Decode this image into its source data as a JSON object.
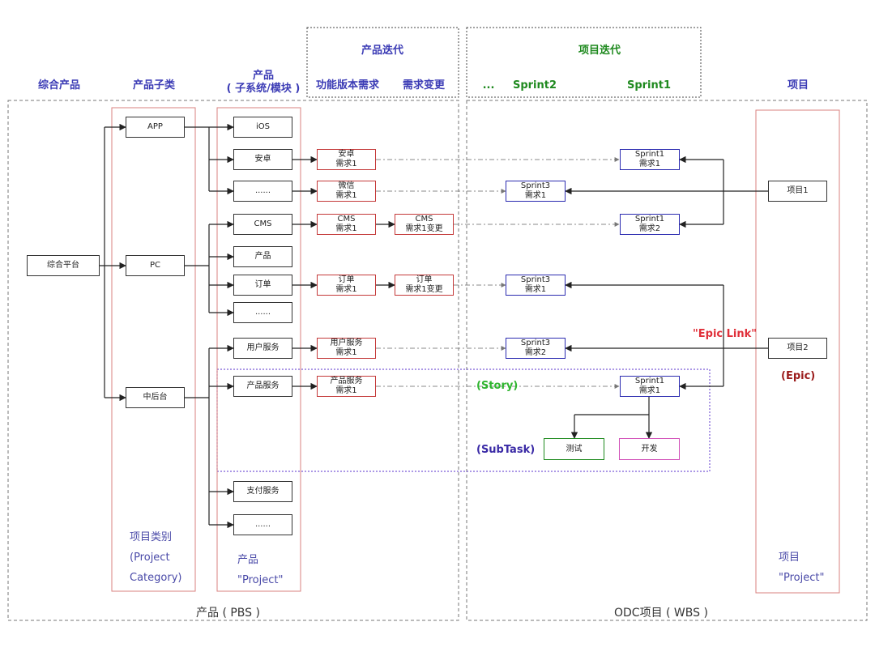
{
  "headers": {
    "col_zonghe": "综合产品",
    "col_zilei": "产品子类",
    "col_chanpin_1": "产品",
    "col_chanpin_2": "( 子系统/模块 )",
    "product_iteration": "产品迭代",
    "feature_version_req": "功能版本需求",
    "req_change": "需求变更",
    "project_iteration": "项目迭代",
    "ellipsis": "...",
    "sprint2": "Sprint2",
    "sprint1": "Sprint1",
    "xiangmu": "项目"
  },
  "nodes": {
    "platform": "综合平台",
    "app": "APP",
    "pc": "PC",
    "zhonghoutai": "中后台",
    "ios": "iOS",
    "anzhuo": "安卓",
    "dots1": "......",
    "cms": "CMS",
    "chanpin": "产品",
    "dingdan": "订单",
    "dots2": "......",
    "yonghu": "用户服务",
    "chanpinfuwu": "产品服务",
    "zhifu": "支付服务",
    "dots3": "......"
  },
  "requirements": {
    "anzhuo": [
      "安卓",
      "需求1"
    ],
    "weixin": [
      "微信",
      "需求1"
    ],
    "cms": [
      "CMS",
      "需求1"
    ],
    "cms_change": [
      "CMS",
      "需求1变更"
    ],
    "dingdan": [
      "订单",
      "需求1"
    ],
    "dingdan_change": [
      "订单",
      "需求1变更"
    ],
    "yonghu": [
      "用户服务",
      "需求1"
    ],
    "chanpin": [
      "产品服务",
      "需求1"
    ]
  },
  "sprints": {
    "s1_req1_a": [
      "Sprint1",
      "需求1"
    ],
    "s3_req1_a": [
      "Sprint3",
      "需求1"
    ],
    "s1_req2": [
      "Sprint1",
      "需求2"
    ],
    "s3_req1_b": [
      "Sprint3",
      "需求1"
    ],
    "s3_req2": [
      "Sprint3",
      "需求2"
    ],
    "s1_req1_b": [
      "Sprint1",
      "需求1"
    ]
  },
  "subtasks": {
    "test": "测试",
    "dev": "开发"
  },
  "projects": {
    "p1": "项目1",
    "p2": "项目2"
  },
  "labels": {
    "epic_link": "\"Epic Link\"",
    "epic": "(Epic)",
    "story": "(Story)",
    "subtask": "(SubTask)",
    "category_1": "项目类别",
    "category_2": "(Project",
    "category_3": "Category)",
    "product_1": "产品",
    "product_2": "\"Project\"",
    "project_1": "项目",
    "project_2": "\"Project\"",
    "pbs": "产品 ( PBS )",
    "wbs": "ODC项目 ( WBS )"
  },
  "colors": {
    "header_blue": "#3b3bb5",
    "header_green": "#1f8a1f",
    "requirement_red": "#c43a3a",
    "sprint_navy": "#2b2bb0",
    "epic_link_red": "#e0303a",
    "epic_darkred": "#9b1c1c",
    "story_green": "#2fb52f",
    "subtask_purple": "#3a2aa6",
    "region_purple": "#7a5ad6"
  }
}
